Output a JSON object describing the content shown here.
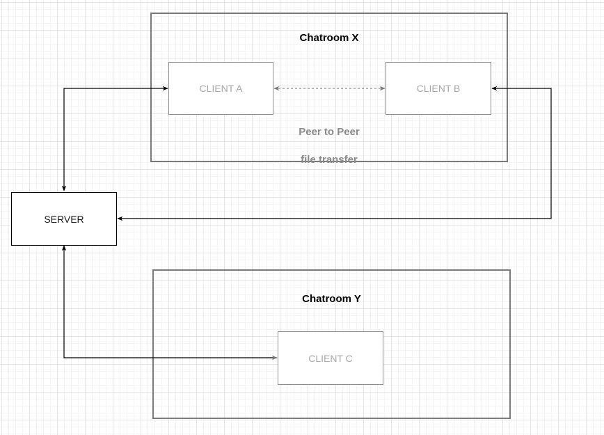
{
  "diagram": {
    "containers": {
      "chatroom_x": {
        "title": "Chatroom X"
      },
      "chatroom_y": {
        "title": "Chatroom Y"
      }
    },
    "nodes": {
      "client_a": {
        "label": "CLIENT A"
      },
      "client_b": {
        "label": "CLIENT B"
      },
      "client_c": {
        "label": "CLIENT C"
      },
      "server": {
        "label": "SERVER"
      }
    },
    "annotations": {
      "p2p_line1": "Peer to Peer",
      "p2p_line2": "file transfer"
    },
    "edges": [
      {
        "from": "client_a",
        "to": "client_b",
        "style": "dashed",
        "direction": "both"
      },
      {
        "from": "server",
        "to": "client_a",
        "style": "solid",
        "direction": "both"
      },
      {
        "from": "client_b",
        "to": "server",
        "style": "solid",
        "direction": "both"
      },
      {
        "from": "server",
        "to": "client_c",
        "style": "solid",
        "direction": "both"
      }
    ]
  },
  "colors": {
    "container_border": "#7a7a7a",
    "faded_node_border": "#8c8c8c",
    "faded_text": "#a8a8a8",
    "connector": "#000000",
    "dashed_connector": "#8a8a8a"
  }
}
